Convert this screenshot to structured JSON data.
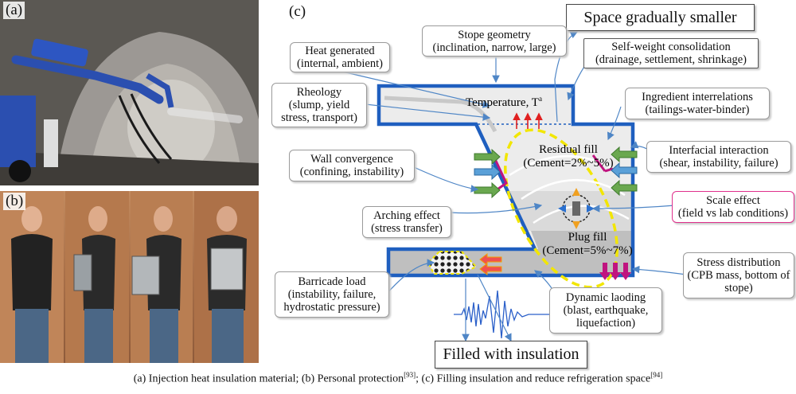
{
  "panels": {
    "a_label": "(a)",
    "b_label": "(b)",
    "c_label": "(c)"
  },
  "diagram": {
    "top_box": "Space gradually smaller",
    "bottom_box": "Filled with insulation",
    "stope_labels": {
      "temperature": "Temperature, T",
      "temperature_sup": "a",
      "residual_title": "Residual fill",
      "residual_cement": "(Cement=2%~5%)",
      "plug_title": "Plug fill",
      "plug_cement": "(Cement=5%~7%)"
    },
    "callouts": {
      "heat_generated": [
        "Heat generated",
        "(internal, ambient)"
      ],
      "stope_geometry": [
        "Stope geometry",
        "(inclination, narrow, large)"
      ],
      "self_weight": [
        "Self-weight consolidation",
        "(drainage, settlement, shrinkage)"
      ],
      "rheology": [
        "Rheology",
        "(slump, yield",
        "stress, transport)"
      ],
      "ingredient": [
        "Ingredient interrelations",
        "(tailings-water-binder)"
      ],
      "wall_convergence": [
        "Wall convergence",
        "(confining, instability)"
      ],
      "interfacial": [
        "Interfacial interaction",
        "(shear, instability, failure)"
      ],
      "scale_effect": [
        "Scale effect",
        "(field vs lab conditions)"
      ],
      "arching": [
        "Arching effect",
        "(stress transfer)"
      ],
      "stress_distribution": [
        "Stress distribution",
        "(CPB mass, bottom of",
        "stope)"
      ],
      "barricade": [
        "Barricade load",
        "(instability, failure,",
        "hydrostatic pressure)"
      ],
      "dynamic": [
        "Dynamic laoding",
        "(blast, earthquake,",
        "liquefaction)"
      ]
    },
    "colors": {
      "stope_outline": "#1f5fbf",
      "arrow_green": "#6aa84f",
      "arrow_blue": "#5aa0d8",
      "arrow_magenta": "#c0147f",
      "dashed_yellow": "#f2e600",
      "heat_red": "#e02020"
    }
  },
  "caption": {
    "part_a": "(a) Injection heat insulation material; (b) Personal protection",
    "ref_a": "[93]",
    "part_b": "; (c) Filling insulation and reduce refrigeration space",
    "ref_b": "[94]"
  }
}
